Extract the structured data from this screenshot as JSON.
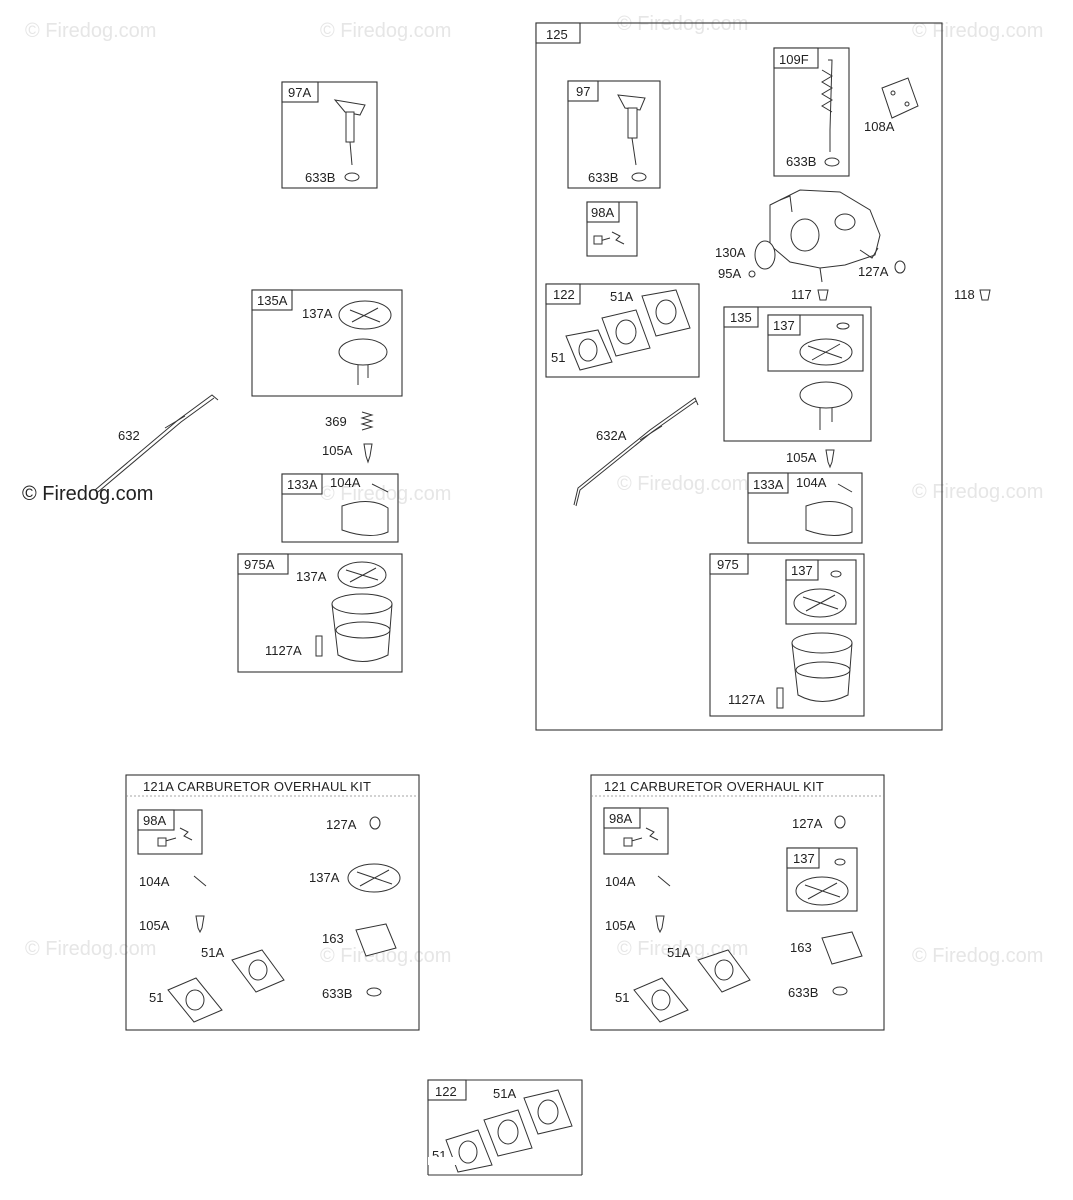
{
  "watermark": "© Firedog.com",
  "watermark_bold": "© Firedog.com",
  "labels": {
    "g97A": {
      "tag": "97A",
      "part": "633B"
    },
    "g135A": {
      "tag": "135A",
      "part": "137A"
    },
    "g632": "632",
    "g369": "369",
    "g105A_left": "105A",
    "g133A_left": {
      "tag": "133A",
      "part": "104A"
    },
    "g975A": {
      "tag": "975A",
      "part_top": "137A",
      "part_bottom": "1127A"
    },
    "g125": "125",
    "g97": {
      "tag": "97",
      "part": "633B"
    },
    "g109F": {
      "tag": "109F",
      "part": "633B"
    },
    "g108A": "108A",
    "g98A": "98A",
    "g130A": "130A",
    "g95A": "95A",
    "g127A": "127A",
    "g117": "117",
    "g118": "118",
    "g122": {
      "tag": "122",
      "part_a": "51A",
      "part_b": "51"
    },
    "g135": {
      "tag": "135",
      "inner": "137"
    },
    "g632A": "632A",
    "g105A_right": "105A",
    "g133A_right": {
      "tag": "133A",
      "part": "104A"
    },
    "g975": {
      "tag": "975",
      "inner": "137",
      "part": "1127A"
    },
    "kit121A": {
      "title": "121A CARBURETOR OVERHAUL KIT",
      "tag": "98A",
      "items": [
        "127A",
        "104A",
        "137A",
        "105A",
        "163",
        "51A",
        "51",
        "633B"
      ]
    },
    "kit121": {
      "title": "121 CARBURETOR OVERHAUL KIT",
      "tag": "98A",
      "inner": "137",
      "items": [
        "127A",
        "104A",
        "105A",
        "163",
        "51A",
        "51",
        "633B"
      ]
    },
    "g122_bottom": {
      "tag": "122",
      "part_a": "51A",
      "part_b": "51"
    }
  }
}
